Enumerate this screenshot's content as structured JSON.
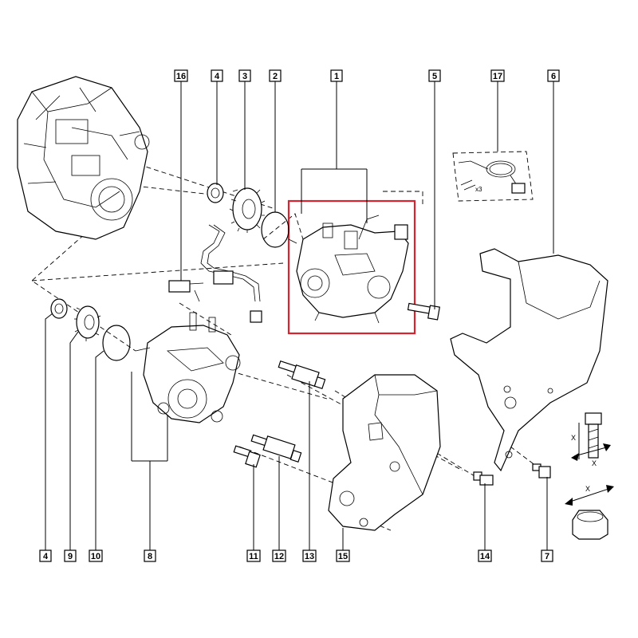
{
  "callouts": {
    "c1": "1",
    "c2": "2",
    "c3": "3",
    "c4_top": "4",
    "c4_bottom": "4",
    "c5": "5",
    "c6": "6",
    "c7": "7",
    "c8": "8",
    "c9": "9",
    "c10": "10",
    "c11": "11",
    "c12": "12",
    "c13": "13",
    "c14": "14",
    "c15": "15",
    "c16": "16",
    "c17": "17"
  },
  "kit": {
    "quantity_label": "x3"
  },
  "dimension": {
    "symbol_a": "X",
    "symbol_b": "X",
    "symbol_c": "X"
  },
  "colors": {
    "highlight": "#d9232e",
    "line": "#000000",
    "part_fill": "#ffffff",
    "shade": "#cfcfcf"
  }
}
